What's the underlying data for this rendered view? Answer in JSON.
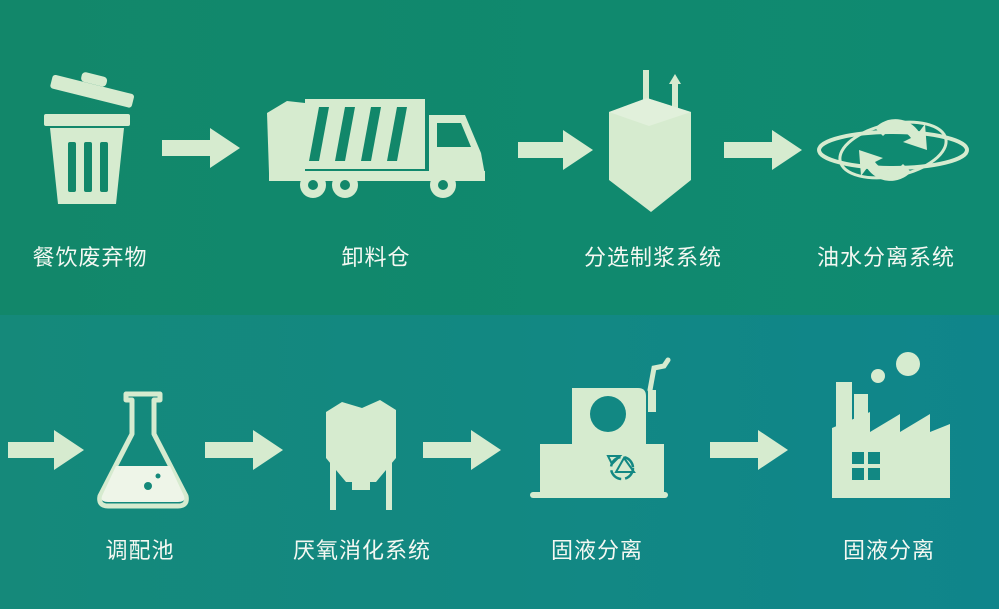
{
  "colors": {
    "band_top": "#12876a",
    "band_bottom": "#128883",
    "icon_fill": "#d6ebcf",
    "label_text": "#f4f8f2"
  },
  "row1": [
    {
      "icon": "trash-can-icon",
      "label": "餐饮废弃物"
    },
    {
      "icon": "garbage-truck-icon",
      "label": "卸料仓"
    },
    {
      "icon": "hopper-tank-icon",
      "label": "分选制浆系统"
    },
    {
      "icon": "recycle-orbit-icon",
      "label": "油水分离系统"
    }
  ],
  "row2": [
    {
      "icon": "flask-icon",
      "label": "调配池"
    },
    {
      "icon": "digester-tank-icon",
      "label": "厌氧消化系统"
    },
    {
      "icon": "separator-machine-icon",
      "label": "固液分离"
    },
    {
      "icon": "factory-icon",
      "label": "固液分离"
    }
  ]
}
